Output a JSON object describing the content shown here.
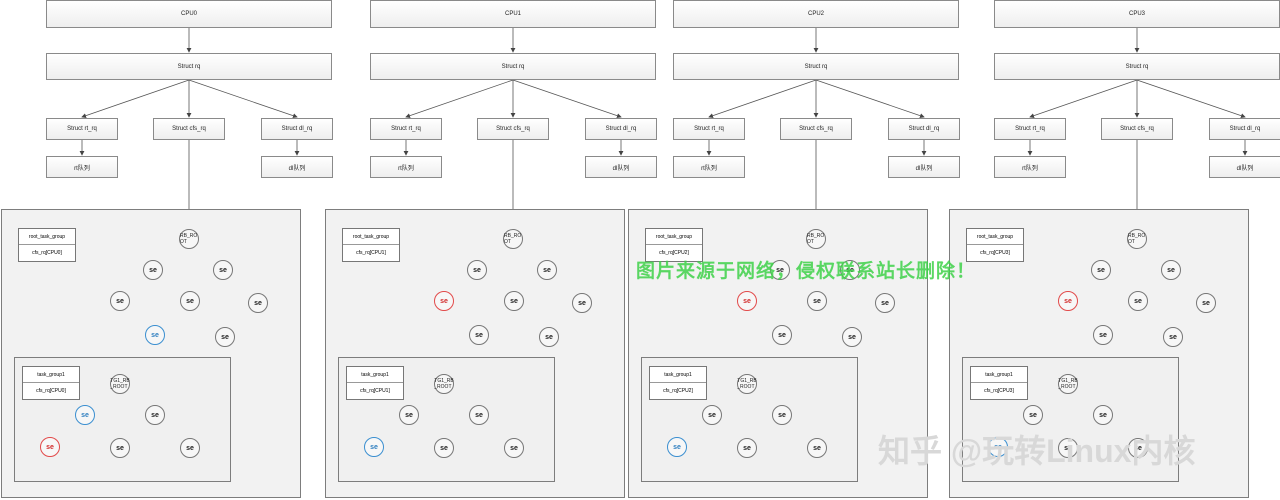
{
  "cpus": [
    {
      "cpu": "CPU0",
      "rq": "Struct rq",
      "rt_rq": "Struct rt_rq",
      "cfs_rq": "Struct cfs_rq",
      "dl_rq": "Struct dl_rq",
      "rt_queue": "rt队列",
      "dl_queue": "dl队列",
      "root_task_group": "root_task_group",
      "root_cfs": "cfs_rq[CPU0]",
      "task_group": "task_group1",
      "tg_cfs": "cfs_rq[CPU0]",
      "root_rb": "RB_RO OT",
      "tg_rb": "TG1_RB _ROOT",
      "se": "se"
    },
    {
      "cpu": "CPU1",
      "rq": "Struct rq",
      "rt_rq": "Struct rt_rq",
      "cfs_rq": "Struct cfs_rq",
      "dl_rq": "Struct dl_rq",
      "rt_queue": "rt队列",
      "dl_queue": "dl队列",
      "root_task_group": "root_task_group",
      "root_cfs": "cfs_rq[CPU1]",
      "task_group": "task_group1",
      "tg_cfs": "cfs_rq[CPU1]",
      "root_rb": "RB_RO OT",
      "tg_rb": "TG1_RB _ROOT",
      "se": "se"
    },
    {
      "cpu": "CPU2",
      "rq": "Struct rq",
      "rt_rq": "Struct rt_rq",
      "cfs_rq": "Struct cfs_rq",
      "dl_rq": "Struct dl_rq",
      "rt_queue": "rt队列",
      "dl_queue": "dl队列",
      "root_task_group": "root_task_group",
      "root_cfs": "cfs_rq[CPU2]",
      "task_group": "task_group1",
      "tg_cfs": "cfs_rq[CPU2]",
      "root_rb": "RB_RO OT",
      "tg_rb": "TG1_RB _ROOT",
      "se": "se"
    },
    {
      "cpu": "CPU3",
      "rq": "Struct rq",
      "rt_rq": "Struct rt_rq",
      "cfs_rq": "Struct cfs_rq",
      "dl_rq": "Struct dl_rq",
      "rt_queue": "rt队列",
      "dl_queue": "dl队列",
      "root_task_group": "root_task_group",
      "root_cfs": "cfs_rq[CPU3]",
      "task_group": "task_group1",
      "tg_cfs": "cfs_rq[CPU3]",
      "root_rb": "RB_RO OT",
      "tg_rb": "TG1_RB _ROOT",
      "se": "se"
    }
  ],
  "colors": {
    "red_se": "#d22b2b",
    "blue_se": "#2f7fc0",
    "watermark": "#3fd24a"
  },
  "watermark_text": "图片来源于网络，侵权联系站长删除！",
  "zhihu_text": "知乎 @玩转Linux内核"
}
